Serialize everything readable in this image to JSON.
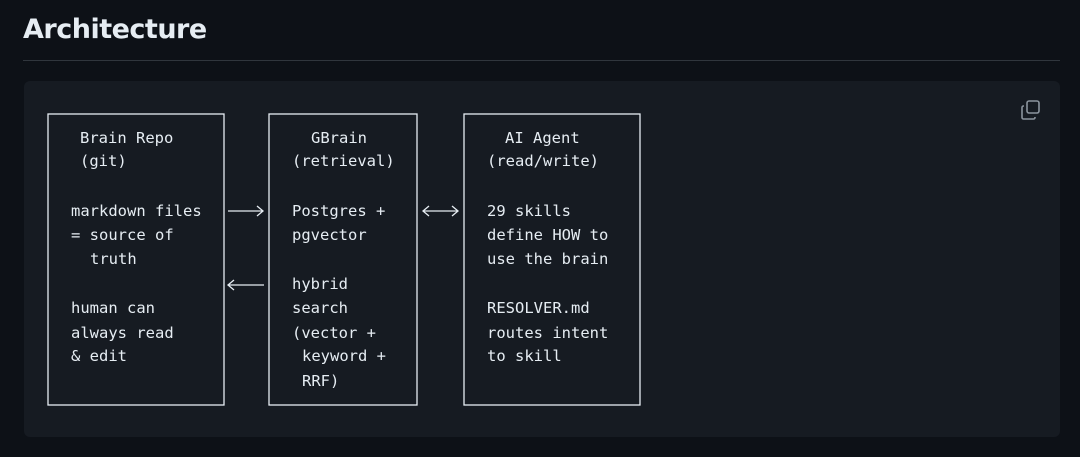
{
  "heading": "Architecture",
  "code_block": {
    "copy_icon": "copy-icon",
    "boxes": [
      {
        "title": "Brain Repo",
        "subtitle": "(git)",
        "lines": [
          "markdown files",
          "= source of",
          "truth",
          "",
          "human can",
          "always read",
          "& edit"
        ]
      },
      {
        "title": "GBrain",
        "subtitle": "(retrieval)",
        "lines": [
          "Postgres +",
          "pgvector",
          "",
          "hybrid",
          "search",
          "(vector +",
          "keyword +",
          "RRF)"
        ]
      },
      {
        "title": "AI Agent",
        "subtitle": "(read/write)",
        "lines": [
          "29 skills",
          "define HOW to",
          "use the brain",
          "",
          "RESOLVER.md",
          "routes intent",
          "to skill"
        ]
      }
    ],
    "arrows": {
      "repo_to_gbrain": "──→",
      "gbrain_agent": "←──→",
      "gbrain_to_repo": "←──"
    }
  }
}
